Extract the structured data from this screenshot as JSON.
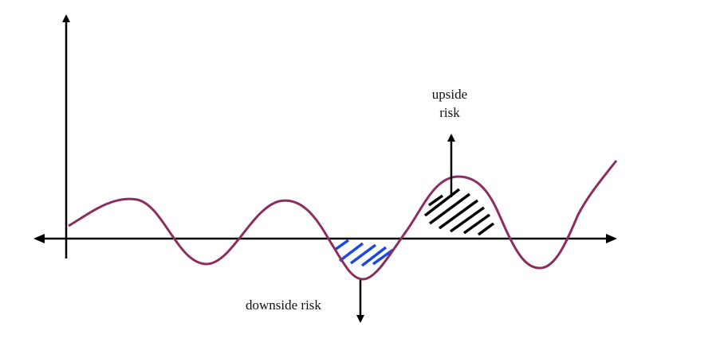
{
  "labels": {
    "upside_line1": "upside",
    "upside_line2": "risk",
    "downside": "downside risk"
  },
  "colors": {
    "curve": "#8b2e5e",
    "axis": "#000000",
    "downside_hatch": "#1a47e6",
    "upside_hatch": "#000000"
  }
}
